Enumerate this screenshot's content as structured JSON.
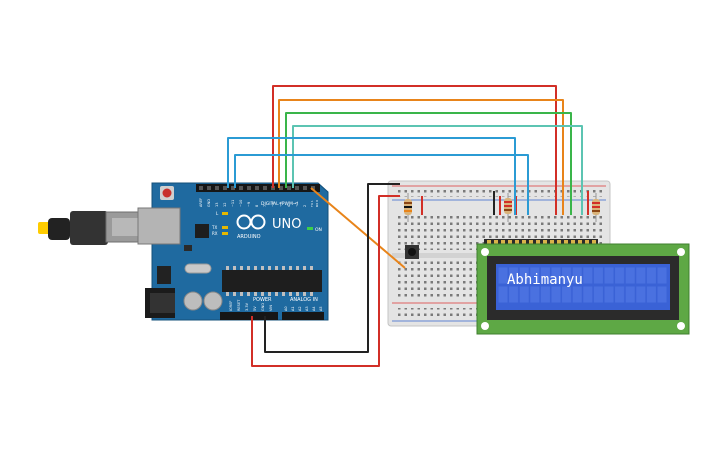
{
  "board": {
    "brand": "UNO",
    "logo_text": "ARDUINO",
    "digital_header": "DIGITAL (PWM~)",
    "power_header": "POWER",
    "analog_header": "ANALOG IN",
    "on_label": "ON",
    "tx_label": "TX",
    "rx_label": "RX",
    "l_label": "L",
    "aref_label": "AREF",
    "gnd_label": "GND",
    "ioref_label": "IOREF",
    "reset_label": "RESET",
    "v33_label": "3.3V",
    "v5_label": "5V",
    "vin_label": "VIN",
    "analog_pins": [
      "A0",
      "A1",
      "A2",
      "A3",
      "A4",
      "A5"
    ],
    "digital_pins": [
      "13",
      "12",
      "~11",
      "~10",
      "~9",
      "8",
      "7",
      "~6",
      "~5",
      "4",
      "~3",
      "2",
      "TX 1",
      "RX 0"
    ]
  },
  "lcd": {
    "text": "Abhimanyu"
  },
  "colors": {
    "board": "#1f6aa0",
    "breadboard": "#e4e4e4",
    "lcd_pcb": "#5ea845",
    "lcd_screen": "#3a62d6",
    "wire_red": "#d22f27",
    "wire_orange": "#e8841a",
    "wire_green": "#3ab54a",
    "wire_teal": "#5cc4b2",
    "wire_blue": "#2b9bd4",
    "wire_black": "#2a2a2a"
  }
}
